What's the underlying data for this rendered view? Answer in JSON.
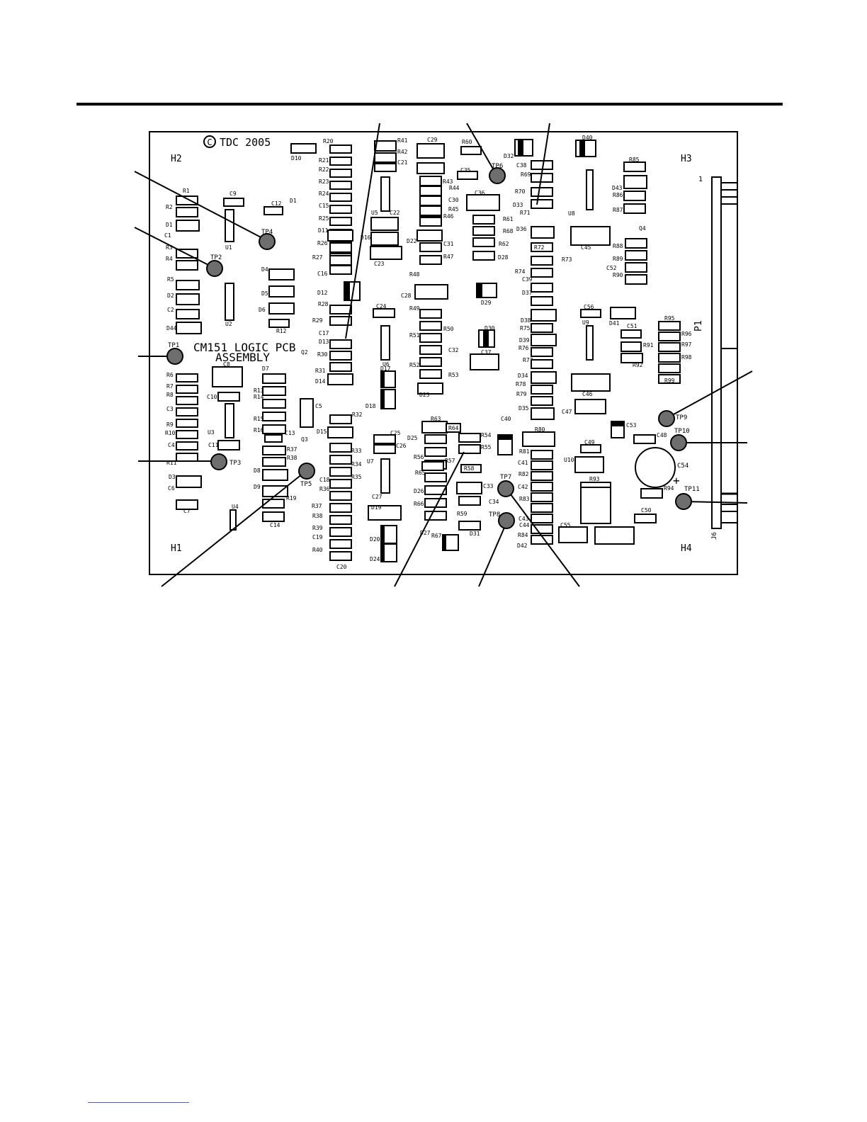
{
  "board": {
    "copyright_symbol": "C",
    "copyright_text": "TDC  2005",
    "title_line1": "CM151 LOGIC PCB",
    "title_line2": "ASSEMBLY",
    "connector_label": "P1",
    "connector_pin_top": "1",
    "connector_pin_bottom": "J6",
    "c54_label": "C54",
    "c54_plus": "+"
  },
  "mount_holes": [
    "H2",
    "H3",
    "H1",
    "H4"
  ],
  "test_points": [
    "TP1",
    "TP2",
    "TP3",
    "TP4",
    "TP5",
    "TP6",
    "TP7",
    "TP8",
    "TP9",
    "TP10",
    "TP11"
  ],
  "components": [
    "R1",
    "R2",
    "D1",
    "C1",
    "R3",
    "R4",
    "R5",
    "D2",
    "C2",
    "D44",
    "C9",
    "U1",
    "C12",
    "D1",
    "U2",
    "D4",
    "D5",
    "D6",
    "R12",
    "D10",
    "R20",
    "R21",
    "R22",
    "R23",
    "R24",
    "C15",
    "R25",
    "D11",
    "R26",
    "R27",
    "C16",
    "D12",
    "R28",
    "R29",
    "C17",
    "D13",
    "R30",
    "R31",
    "D14",
    "Q2",
    "R41",
    "R42",
    "C21",
    "U5",
    "C22",
    "D16",
    "C23",
    "C24",
    "U6",
    "D17",
    "D18",
    "C29",
    "R43",
    "R44",
    "R45",
    "R46",
    "D22",
    "C31",
    "R47",
    "R48",
    "C28",
    "R49",
    "R50",
    "R51",
    "C32",
    "R52",
    "R53",
    "D23",
    "R60",
    "C35",
    "C30",
    "C36",
    "R61",
    "R68",
    "R62",
    "D28",
    "D29",
    "D30",
    "C37",
    "D32",
    "C38",
    "R69",
    "R70",
    "D33",
    "R71",
    "D36",
    "R72",
    "R73",
    "R74",
    "C39",
    "D37",
    "D38",
    "R75",
    "D39",
    "R76",
    "R77",
    "D34",
    "R78",
    "R79",
    "D35",
    "D40",
    "R85",
    "R86",
    "R87",
    "D43",
    "U8",
    "C45",
    "Q4",
    "R88",
    "R89",
    "C52",
    "R90",
    "C56",
    "D41",
    "U9",
    "C51",
    "R91",
    "R92",
    "R95",
    "R96",
    "R97",
    "R98",
    "R99",
    "C46",
    "C47",
    "R6",
    "R7",
    "R8",
    "C3",
    "R9",
    "R10",
    "C4",
    "R11",
    "D3",
    "C6",
    "C7",
    "U4",
    "C8",
    "C10",
    "D7",
    "R13",
    "R14",
    "U3",
    "R15",
    "R16",
    "C13",
    "C11",
    "R37",
    "R38",
    "D8",
    "D9",
    "R19",
    "C14",
    "C5",
    "Q3",
    "R32",
    "D15",
    "R33",
    "R34",
    "R35",
    "C18",
    "R36",
    "R37",
    "R38",
    "R39",
    "C19",
    "R40",
    "C20",
    "C25",
    "C26",
    "U7",
    "C27",
    "D19",
    "D20",
    "D24",
    "R63",
    "R64",
    "R54",
    "D25",
    "R55",
    "R56",
    "R57",
    "R65",
    "R58",
    "D26",
    "C33",
    "R66",
    "C34",
    "R59",
    "D27",
    "R67",
    "D31",
    "C40",
    "R80",
    "R81",
    "C41",
    "R82",
    "C42",
    "R83",
    "C43",
    "C44",
    "R84",
    "D42",
    "C53",
    "C48",
    "C49",
    "U10",
    "R93",
    "R94",
    "C50",
    "C55"
  ]
}
